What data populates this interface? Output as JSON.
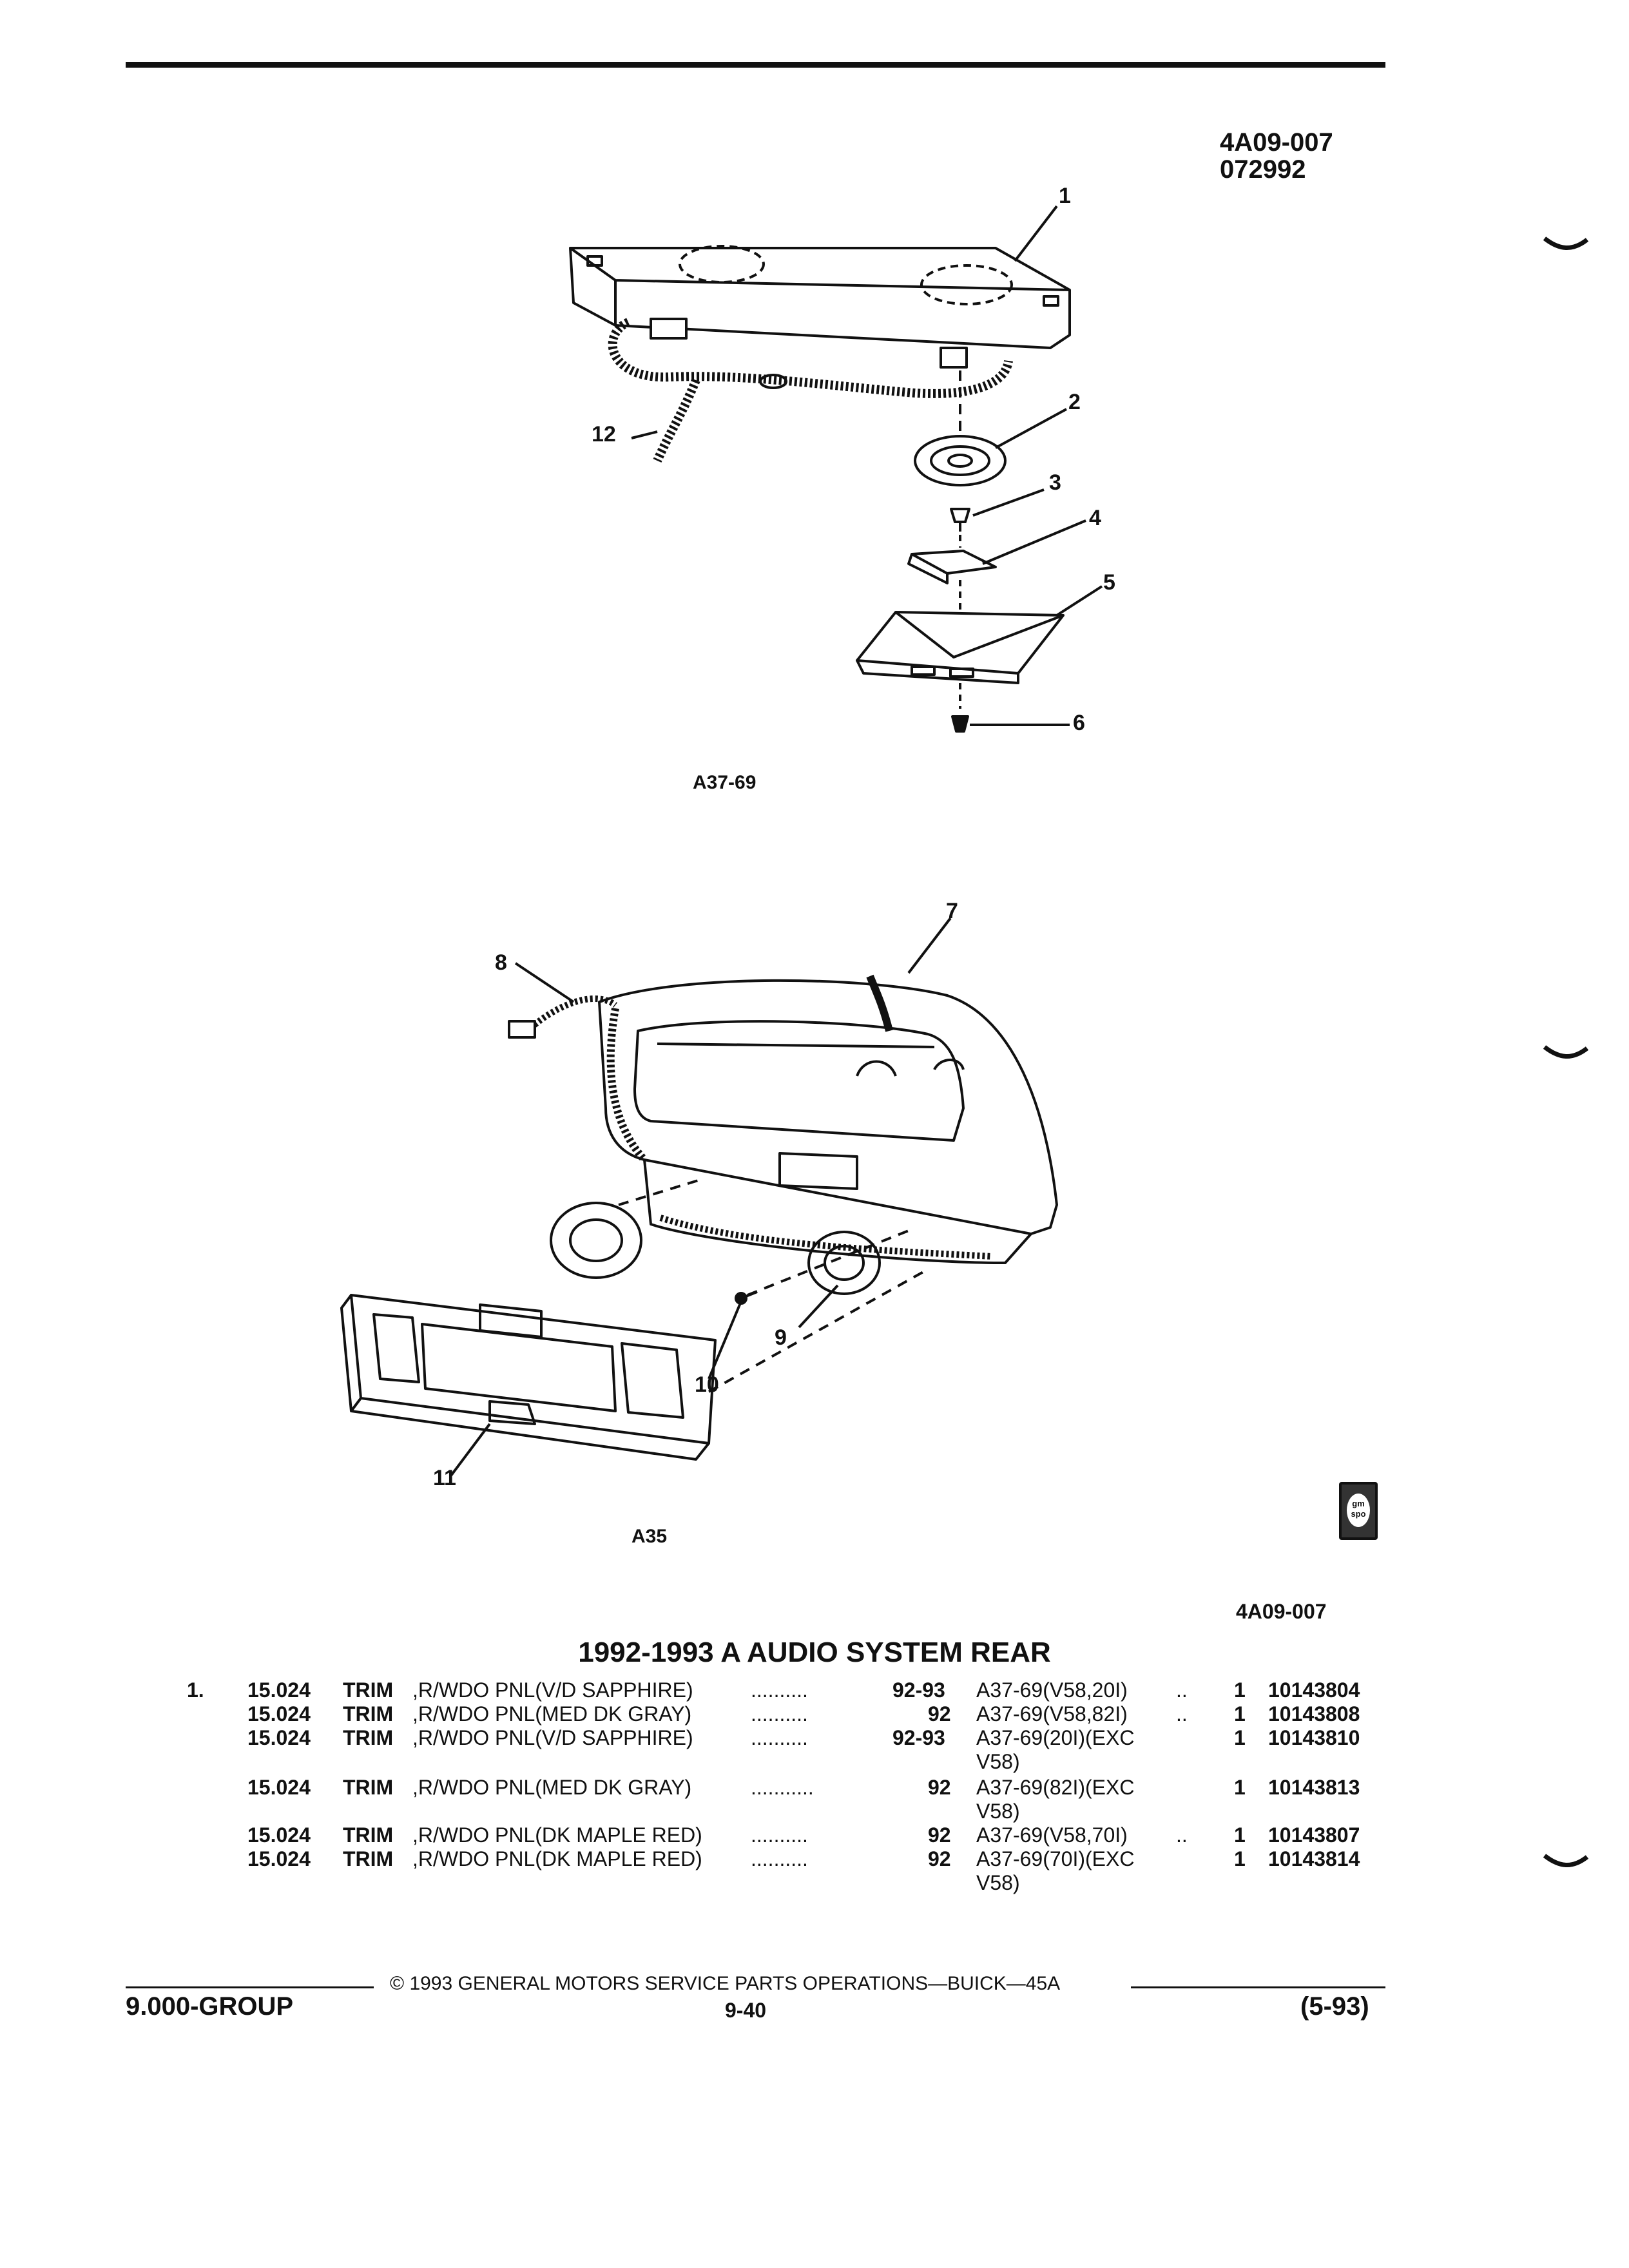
{
  "header": {
    "ref_code": "4A09-007",
    "date_code": "072992"
  },
  "diagram_top": {
    "label": "A37-69",
    "callouts": [
      "1",
      "2",
      "3",
      "4",
      "5",
      "6",
      "12"
    ]
  },
  "diagram_bottom": {
    "label": "A35",
    "callouts": [
      "7",
      "8",
      "9",
      "10",
      "11"
    ]
  },
  "figure_ref": "4A09-007",
  "logo": {
    "text": "gm spo"
  },
  "section_title": "1992-1993 A AUDIO SYSTEM REAR",
  "parts": [
    {
      "item": "1.",
      "group": "15.024",
      "name": "TRIM",
      "desc": ",R/WDO PNL(V/D SAPPHIRE)",
      "dots": "..........",
      "years": "92-93",
      "model": "A37-69(V58,20I)",
      "model2": "",
      "tail": "..",
      "qty": "1",
      "part": "10143804"
    },
    {
      "item": "",
      "group": "15.024",
      "name": "TRIM",
      "desc": ",R/WDO PNL(MED DK GRAY)",
      "dots": "..........",
      "years": "92",
      "model": "A37-69(V58,82I)",
      "model2": "",
      "tail": "..",
      "qty": "1",
      "part": "10143808"
    },
    {
      "item": "",
      "group": "15.024",
      "name": "TRIM",
      "desc": ",R/WDO PNL(V/D SAPPHIRE)",
      "dots": "..........",
      "years": "92-93",
      "model": "A37-69(20I)(EXC",
      "model2": "V58)",
      "tail": "",
      "qty": "1",
      "part": "10143810"
    },
    {
      "item": "",
      "group": "15.024",
      "name": "TRIM",
      "desc": ",R/WDO PNL(MED DK GRAY)",
      "dots": "...........",
      "years": "92",
      "model": "A37-69(82I)(EXC",
      "model2": "V58)",
      "tail": "",
      "qty": "1",
      "part": "10143813"
    },
    {
      "item": "",
      "group": "15.024",
      "name": "TRIM",
      "desc": ",R/WDO PNL(DK MAPLE RED)",
      "dots": "..........",
      "years": "92",
      "model": "A37-69(V58,70I)",
      "model2": "",
      "tail": "..",
      "qty": "1",
      "part": "10143807"
    },
    {
      "item": "",
      "group": "15.024",
      "name": "TRIM",
      "desc": ",R/WDO PNL(DK MAPLE RED)",
      "dots": "..........",
      "years": "92",
      "model": "A37-69(70I)(EXC",
      "model2": "V58)",
      "tail": "",
      "qty": "1",
      "part": "10143814"
    }
  ],
  "footer": {
    "copyright": "© 1993 GENERAL MOTORS SERVICE PARTS OPERATIONS—BUICK—45A",
    "group": "9.000-GROUP",
    "page": "9-40",
    "revision": "(5-93)"
  }
}
